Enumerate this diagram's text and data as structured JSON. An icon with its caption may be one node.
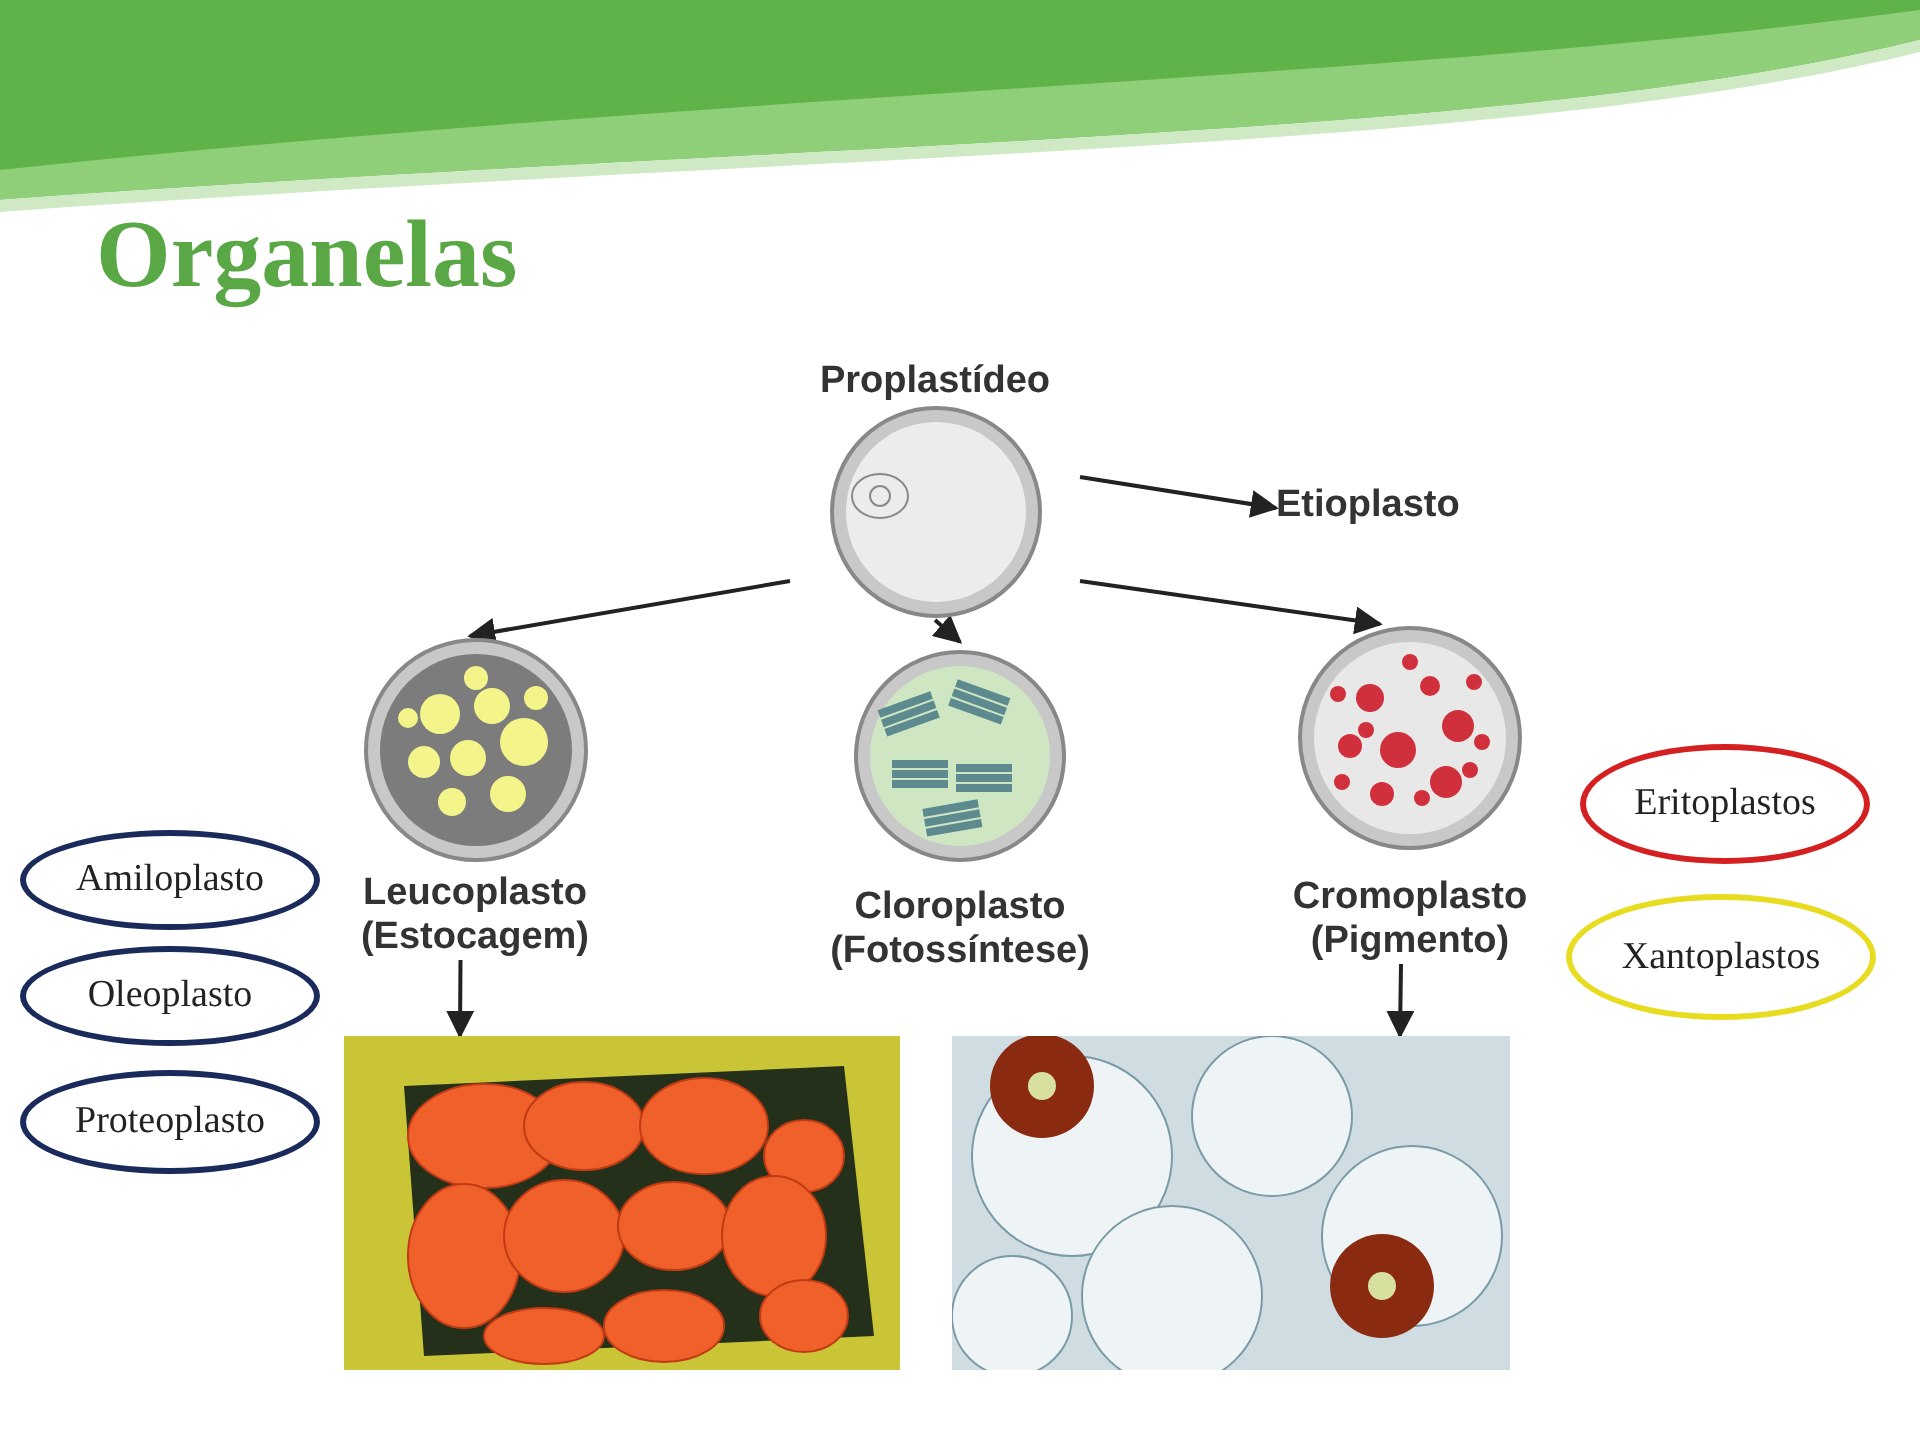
{
  "diagram": {
    "title": "Organelas",
    "nodes": [
      {
        "text": [
          "Proplastídeo"
        ]
      },
      {
        "text": [
          "Etioplasto"
        ]
      },
      {
        "text": [
          "Leucoplasto (Estocagem)"
        ]
      },
      {
        "text": [
          "Cloroplasto (Fotossíntese)"
        ]
      },
      {
        "text": [
          "Cromoplasto (Pigmento)"
        ]
      },
      {
        "text": [],
        "shape": "picture"
      },
      {
        "text": [],
        "shape": "picture"
      },
      {
        "text": [
          "Amiloplasto"
        ]
      },
      {
        "text": [
          "Oleoplasto"
        ]
      },
      {
        "text": [
          "Proteoplasto"
        ]
      },
      {
        "text": [
          "Eritoplastos"
        ]
      },
      {
        "text": [
          "Xantoplastos"
        ]
      }
    ],
    "edges": [
      {
        "from": 0,
        "to": 1,
        "arrow": "to"
      },
      {
        "from": 0,
        "to": 2,
        "arrow": "to"
      },
      {
        "from": 0,
        "to": 3,
        "arrow": "to"
      },
      {
        "from": 0,
        "to": 4,
        "arrow": "to"
      },
      {
        "from": 2,
        "to": 5,
        "arrow": "to"
      },
      {
        "from": 4,
        "to": 6,
        "arrow": "to"
      }
    ]
  }
}
